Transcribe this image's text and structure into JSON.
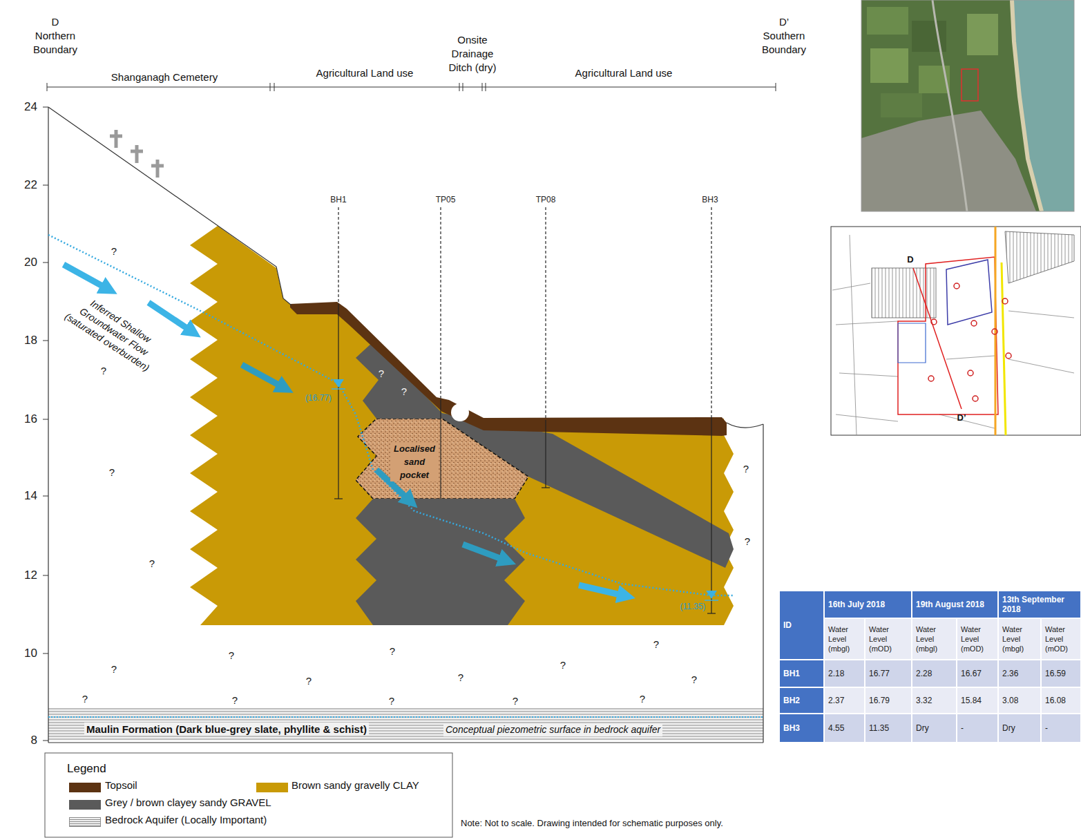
{
  "diagram": {
    "nodes": [
      {
        "text": [
          "Localised sand pocket"
        ]
      },
      {
        "text": [
          "Maulin Formation (Dark blue-grey slate, phyllite & schist)",
          "Conceptual piezometric surface in bedrock aquifer"
        ]
      }
    ],
    "labels": [
      "D",
      "Northern Boundary",
      "D’",
      "Southern Boundary",
      "Shanganagh Cemetery",
      "Agricultural Land use",
      "Onsite Drainage Ditch (dry)",
      "Agricultural Land use",
      "24",
      "22",
      "20",
      "18",
      "16",
      "14",
      "12",
      "10",
      "8",
      "BH1",
      "TP05",
      "TP08",
      "BH3",
      "Inferred Shallow Groundwater Flow (saturated overburden)",
      "(16.77)",
      "(11.35)",
      "?",
      "?",
      "?",
      "?",
      "?",
      "?",
      "?",
      "?",
      "?",
      "?",
      "?",
      "?",
      "?",
      "?",
      "?",
      "?",
      "?",
      "?",
      "?",
      "?",
      "?",
      "Legend",
      "Note: Not to scale. Drawing intended for schematic purposes only.",
      "D",
      "D’",
      "ID",
      "16th July 2018",
      "19th August 2018",
      "13th September 2018",
      "Water Level (mbgl)",
      "Water Level (mOD)",
      "Water Level (mbgl)",
      "Water Level (mOD)",
      "Water Level (mbgl)",
      "Water Level (mOD)",
      "BH1",
      "2.18",
      "16.77",
      "2.28",
      "16.67",
      "2.36",
      "16.59",
      "BH2",
      "2.37",
      "16.79",
      "3.32",
      "15.84",
      "3.08",
      "16.08",
      "BH3",
      "4.55",
      "11.35",
      "Dry",
      "-",
      "Dry",
      "-"
    ],
    "legend": [
      {
        "text": "Topsoil",
        "color": "#5C3312"
      },
      {
        "text": "Brown sandy gravelly CLAY",
        "color": "#C99A06"
      },
      {
        "text": "Grey / brown clayey sandy GRAVEL",
        "color": "#5A5A5A"
      },
      {
        "text": "Bedrock Aquifer (Locally Important)"
      }
    ]
  }
}
